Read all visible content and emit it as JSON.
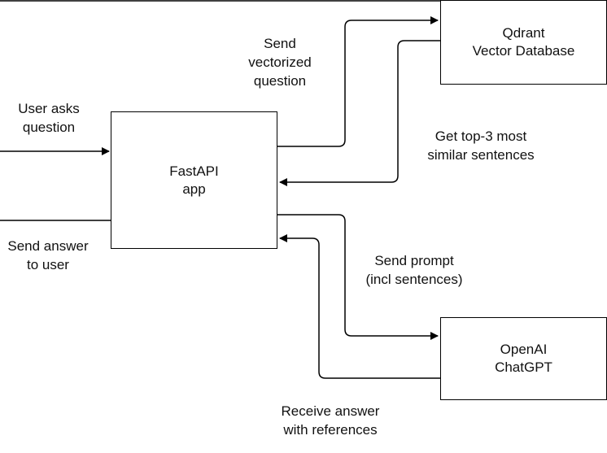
{
  "boxes": {
    "fastapi": [
      "FastAPI",
      "app"
    ],
    "qdrant": [
      "Qdrant",
      "Vector Database"
    ],
    "openai": [
      "OpenAI",
      "ChatGPT"
    ]
  },
  "labels": {
    "user_asks": [
      "User asks",
      "question"
    ],
    "send_answer": [
      "Send answer",
      "to user"
    ],
    "send_vectorized": [
      "Send",
      "vectorized",
      "question"
    ],
    "get_top3": [
      "Get top-3 most",
      "similar sentences"
    ],
    "send_prompt": [
      "Send prompt",
      "(incl sentences)"
    ],
    "receive_answer": [
      "Receive answer",
      "with references"
    ]
  }
}
